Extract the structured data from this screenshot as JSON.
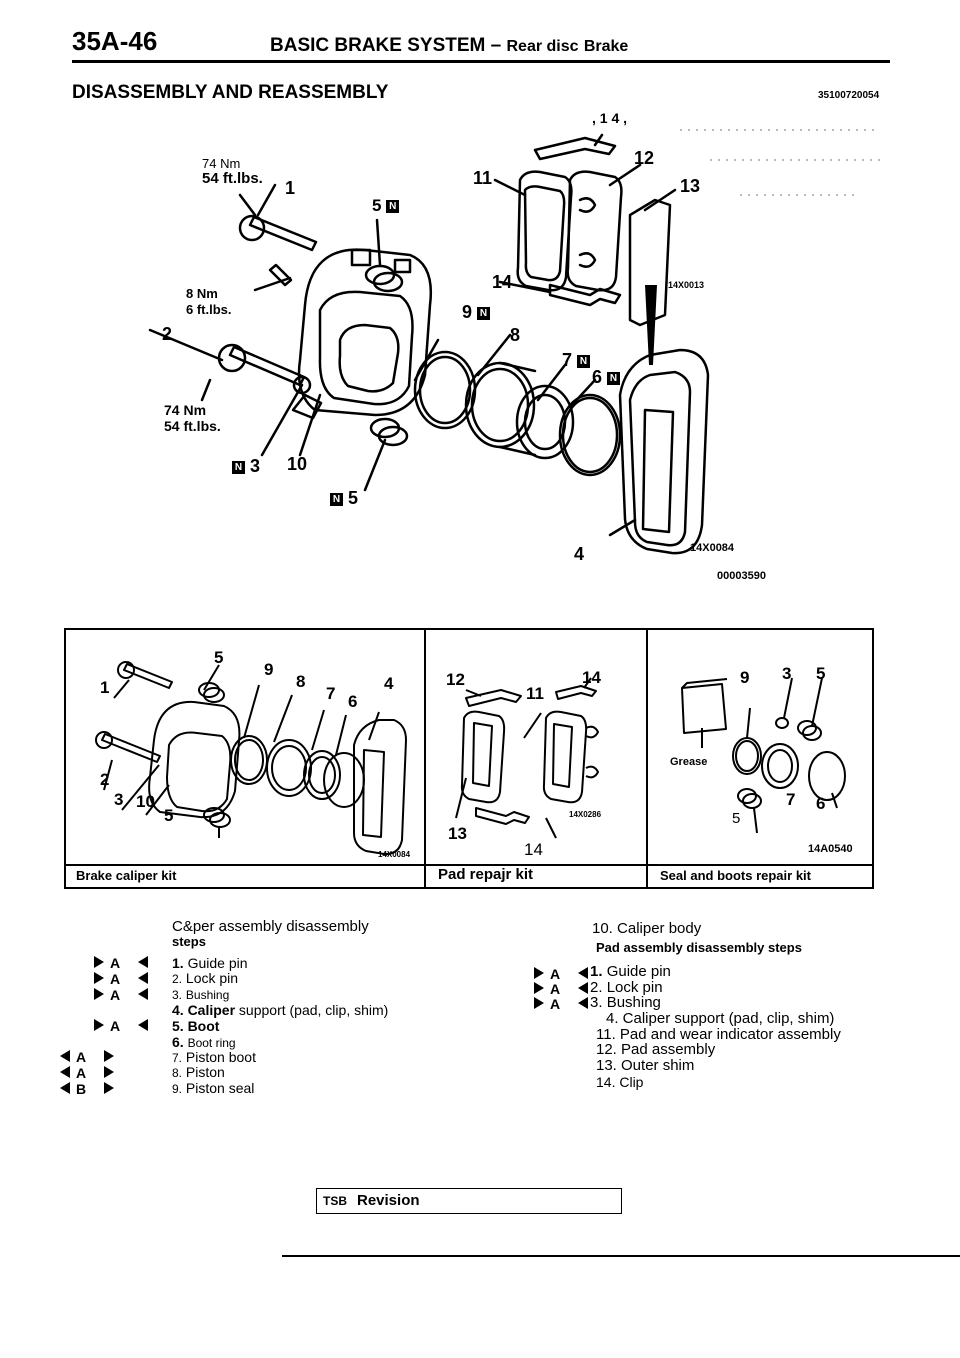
{
  "header": {
    "page_number": "35A-46",
    "section": "BASIC BRAKE SYSTEM",
    "dash": "–",
    "subsection": "Rear disc",
    "brake_word": "Brake",
    "doc_code": "35100720054"
  },
  "heading": "DISASSEMBLY AND REASSEMBLY",
  "main_figure": {
    "callouts": {
      "c1": "1",
      "c2": "2",
      "c3": "3",
      "c4": "4",
      "c5a": "5",
      "c5b": "5",
      "c6": "6",
      "c7": "7",
      "c8": "8",
      "c9": "9",
      "c10": "10",
      "c11": "11",
      "c12": "12",
      "c13": "13",
      "c14": "14",
      "c14_top": ", 1 4 ,"
    },
    "new_part_mark": "N",
    "torque_a_nm": "74 Nm",
    "torque_a_ftlbs": "54 ft.lbs.",
    "torque_b_nm": "8 Nm",
    "torque_b_ftlbs": "6 ft.lbs.",
    "torque_c_nm": "74 Nm",
    "torque_c_ftlbs": "54 ft.lbs.",
    "code_a": "14X0013",
    "code_b": "14X0084",
    "code_c": "00003590"
  },
  "kits": {
    "kit1": {
      "label": "Brake caliper kit",
      "code": "14X0084",
      "nums": {
        "n1": "1",
        "n2": "2",
        "n3": "3",
        "n10": "10",
        "n5a": "5",
        "n5b": "5",
        "n9": "9",
        "n8": "8",
        "n7": "7",
        "n6": "6",
        "n4": "4"
      }
    },
    "kit2": {
      "label": "Pad repajr kit",
      "code": "14X0286",
      "nums": {
        "n12": "12",
        "n14a": "14",
        "n11": "11",
        "n13": "13",
        "n14b": "14"
      }
    },
    "kit3": {
      "label": "Seal and boots repair kit",
      "code": "14A0540",
      "grease": "Grease",
      "nums": {
        "n9": "9",
        "n3": "3",
        "n5a": "5",
        "n7": "7",
        "n6": "6",
        "n5b": "5"
      }
    }
  },
  "left_steps": {
    "title": "C&per assembly disassembly",
    "title2": "steps",
    "refs": [
      "A",
      "A",
      "A",
      "A",
      "A",
      "A",
      "B"
    ],
    "items": [
      {
        "num": "1.",
        "text": "Guide pin"
      },
      {
        "num": "2.",
        "text": "Lock pin"
      },
      {
        "num": "3.",
        "text": "Bushing"
      },
      {
        "num": "4. Caliper",
        "text": "support (pad, clip, shim)"
      },
      {
        "num": "5. Boot",
        "text": ""
      },
      {
        "num": "6.",
        "text": "Boot ring"
      },
      {
        "num": "7.",
        "text": "Piston boot"
      },
      {
        "num": "8.",
        "text": "Piston"
      },
      {
        "num": "9.",
        "text": "Piston seal"
      }
    ]
  },
  "right_steps": {
    "top_item": "10. Caliper body",
    "title": "Pad assembly disassembly steps",
    "refs": [
      "A",
      "A",
      "A"
    ],
    "items": [
      {
        "num": "1.",
        "text": "Guide pin"
      },
      {
        "num": "2.",
        "text": "Lock pin"
      },
      {
        "num": "3.",
        "text": "Bushing"
      },
      {
        "num": "",
        "text": "4. Caliper support (pad, clip, shim)"
      },
      {
        "num": "",
        "text": "11. Pad and wear indicator assembly"
      },
      {
        "num": "",
        "text": "12. Pad assembly"
      },
      {
        "num": "",
        "text": "13. Outer shim"
      },
      {
        "num": "",
        "text": "14. Clip"
      }
    ]
  },
  "tsb": {
    "prefix": "TSB",
    "label": "Revision"
  }
}
